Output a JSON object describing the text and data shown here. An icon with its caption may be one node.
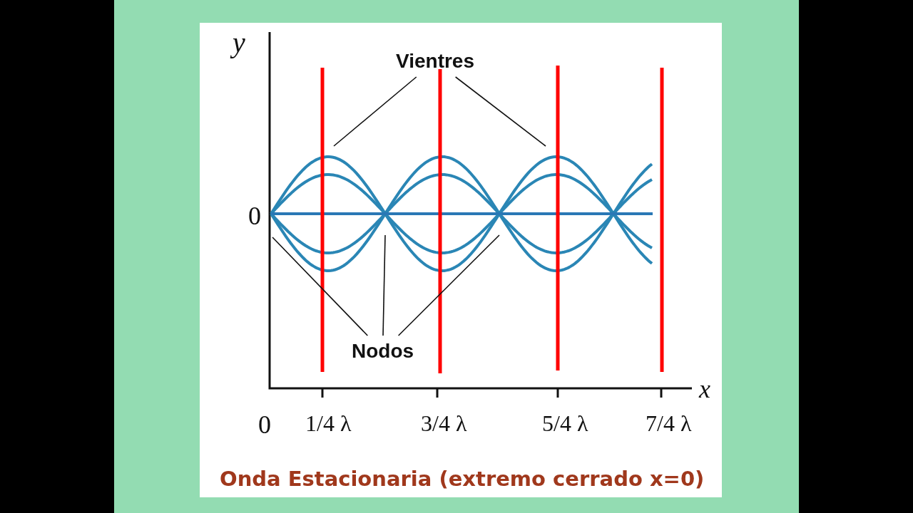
{
  "diagram": {
    "caption": "Onda Estacionaria (extremo cerrado x=0)",
    "nodes": [
      {
        "text": [
          "Vientres"
        ]
      },
      {
        "text": [
          "Nodos"
        ]
      }
    ],
    "edges": [
      {
        "from": 0,
        "to": null,
        "arrow": "none"
      },
      {
        "from": 0,
        "to": null,
        "arrow": "none"
      },
      {
        "from": 1,
        "to": null,
        "arrow": "none"
      },
      {
        "from": 1,
        "to": null,
        "arrow": "none"
      },
      {
        "from": 1,
        "to": null,
        "arrow": "none"
      }
    ],
    "labels": [
      "y",
      "0",
      "x",
      "0",
      "1/4 λ",
      "3/4 λ",
      "5/4 λ",
      "7/4 λ"
    ]
  }
}
